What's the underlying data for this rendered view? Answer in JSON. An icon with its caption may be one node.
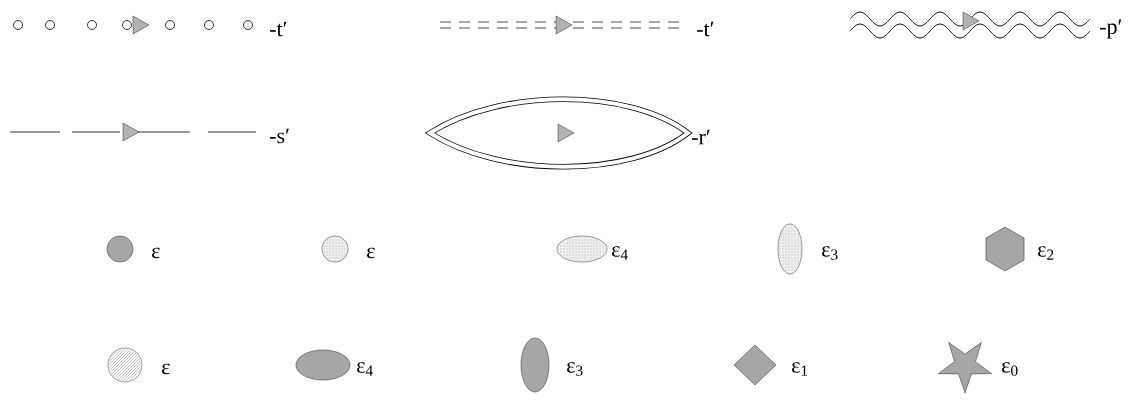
{
  "diagram": {
    "legend": [
      {
        "text": "-t′"
      },
      {
        "text": "-t′"
      },
      {
        "text": "-p′"
      },
      {
        "text": "-s′"
      },
      {
        "text": "-r′"
      },
      {
        "text": "ε"
      },
      {
        "text": "ε"
      },
      {
        "text": "ε$_{4}$"
      },
      {
        "text": "ε$_{3}$"
      },
      {
        "text": "ε$_{2}$"
      },
      {
        "text": "ε"
      },
      {
        "text": "ε$_{4}$"
      },
      {
        "text": "ε$_{3}$"
      },
      {
        "text": "ε$_{1}$"
      },
      {
        "text": "ε$_{0}$"
      }
    ]
  }
}
